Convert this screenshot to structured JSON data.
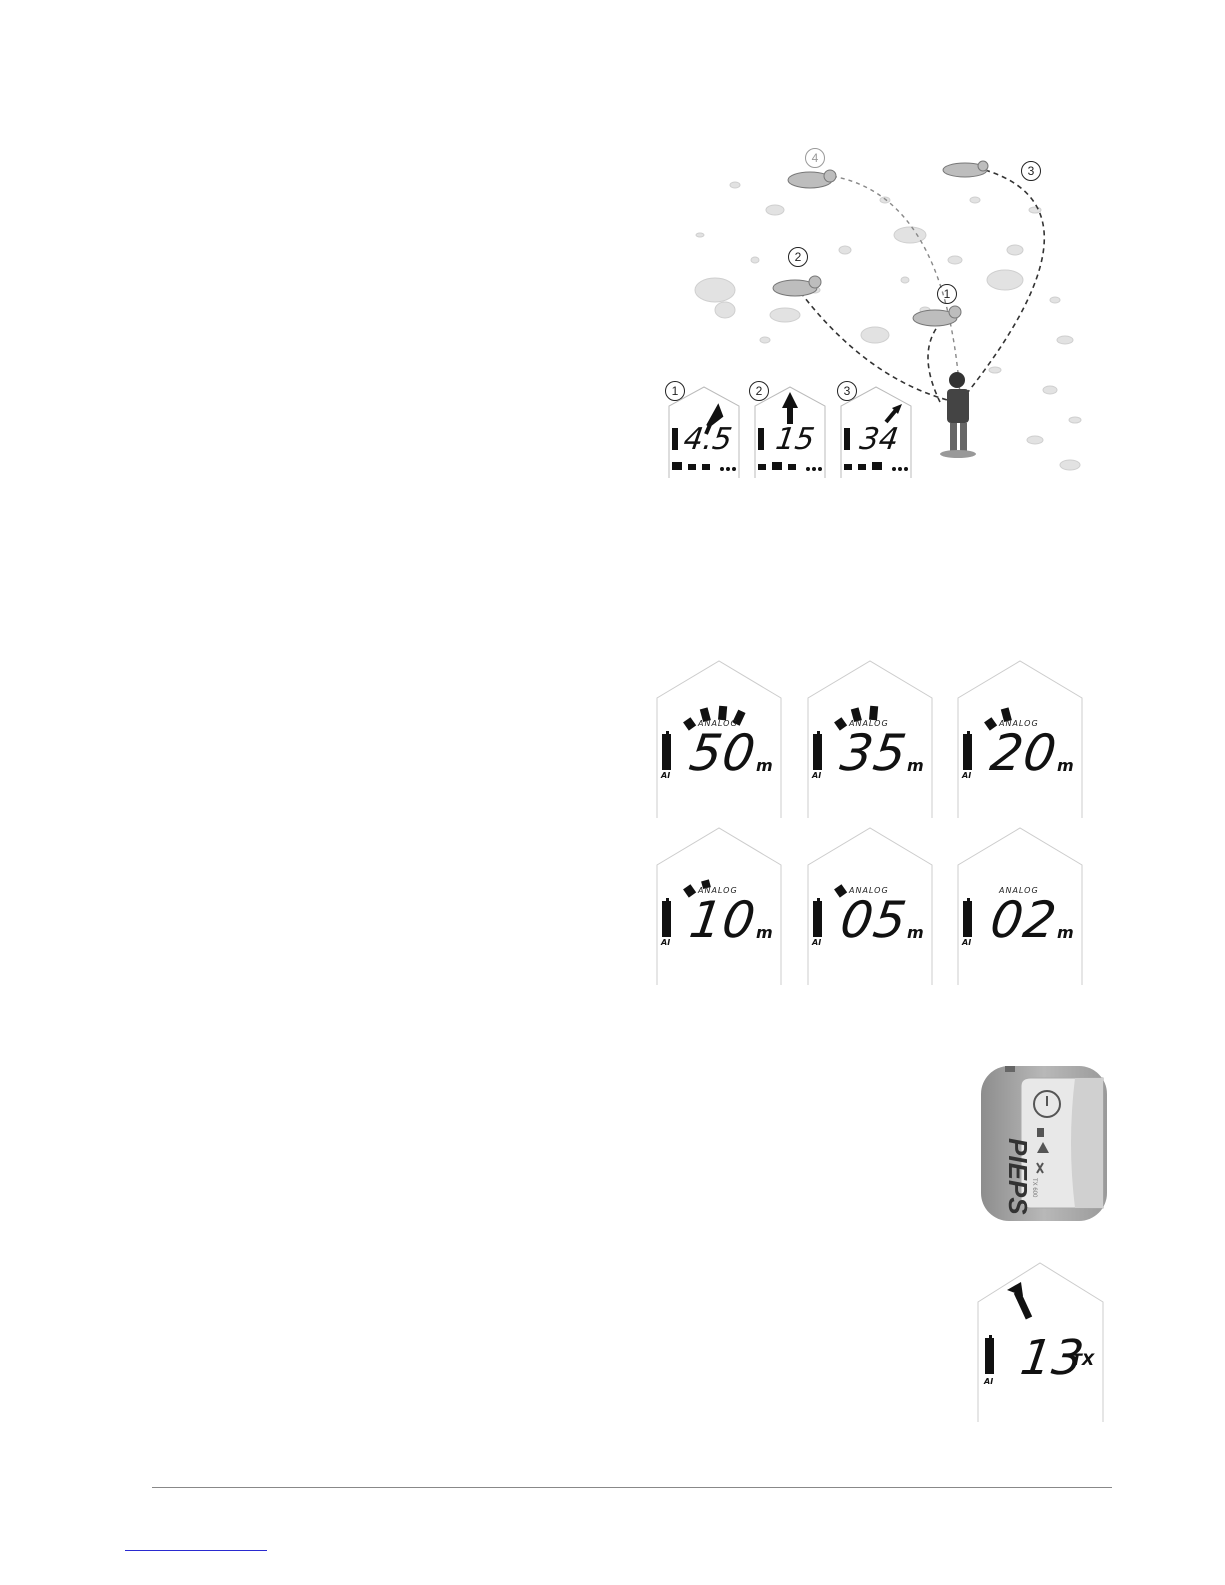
{
  "top_figure": {
    "markers": [
      "1",
      "2",
      "3",
      "4"
    ],
    "small_displays": [
      {
        "marker": "1",
        "distance": "4.5"
      },
      {
        "marker": "2",
        "distance": "15"
      },
      {
        "marker": "3",
        "distance": "34"
      }
    ]
  },
  "analog_displays": {
    "mode_label": "ANALOG",
    "unit": "m",
    "battery_label": "AI",
    "items": [
      {
        "value": "50",
        "bars": 4
      },
      {
        "value": "35",
        "bars": 3
      },
      {
        "value": "20",
        "bars": 2
      },
      {
        "value": "10",
        "bars": 1.5
      },
      {
        "value": "05",
        "bars": 1
      },
      {
        "value": "02",
        "bars": 0
      }
    ]
  },
  "device": {
    "brand": "PIEPS",
    "model": "TX 600"
  },
  "tx_display": {
    "battery_label": "AI",
    "value": "13",
    "suffix": "TX"
  }
}
